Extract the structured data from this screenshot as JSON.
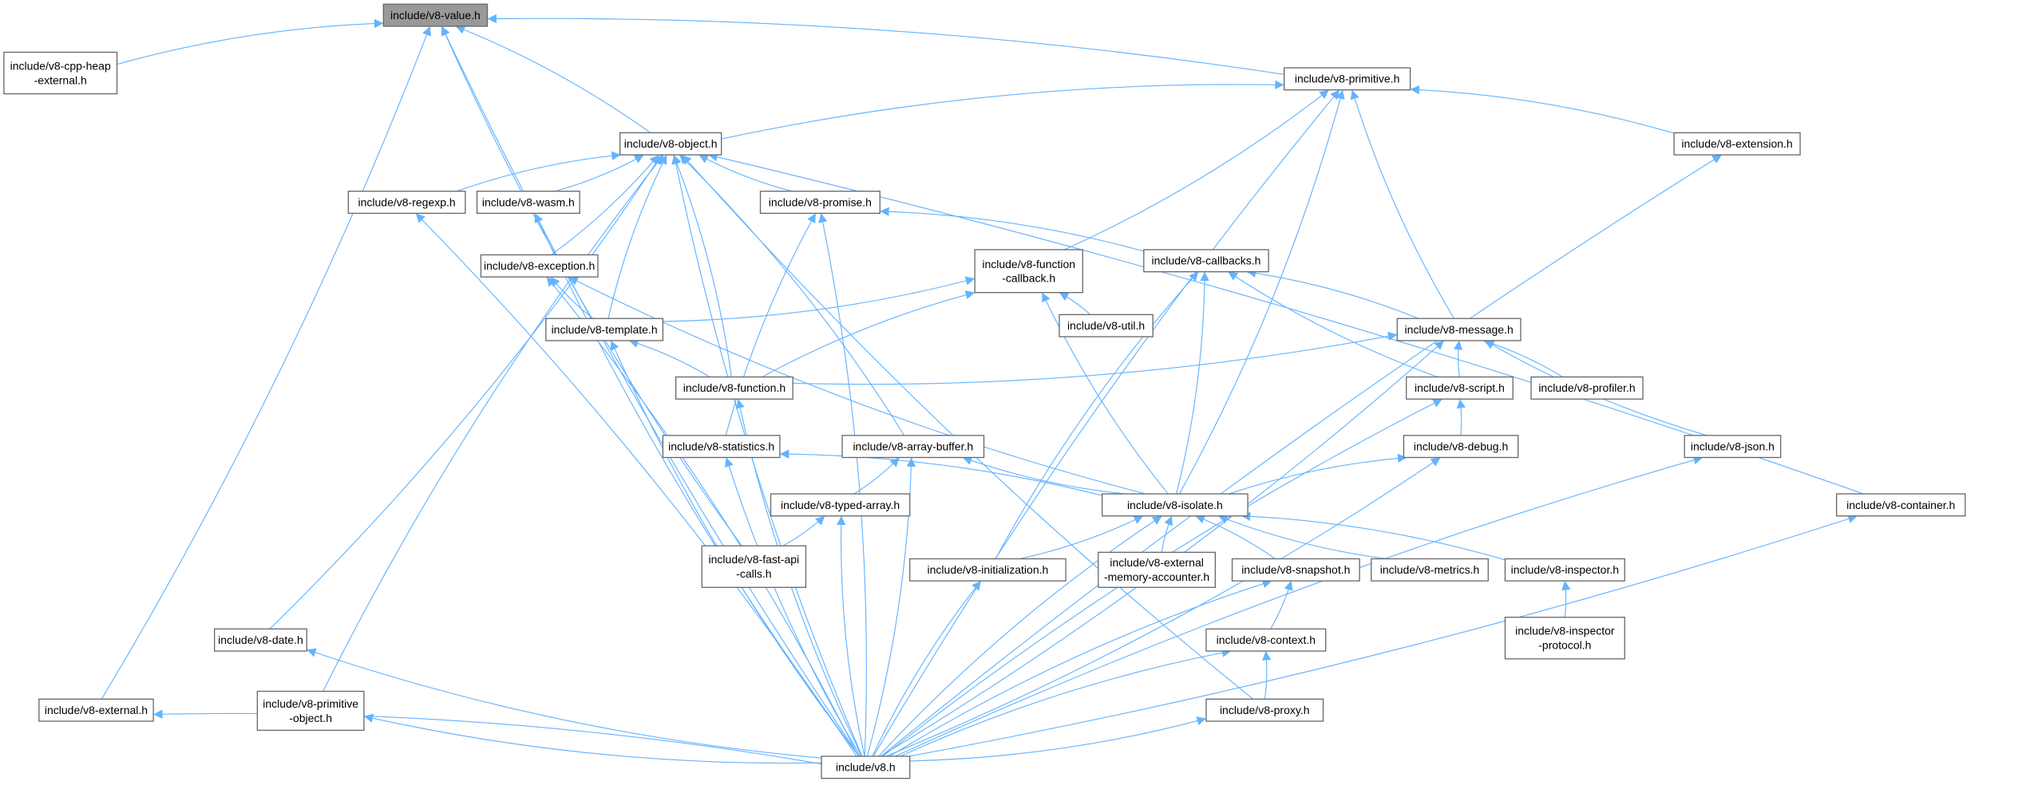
{
  "graph": {
    "type": "include-dependency-graph",
    "root": "value",
    "colors": {
      "edge": "#63b3ff",
      "root_fill": "#999999",
      "node_border": "#666666"
    },
    "nodes": [
      {
        "id": "value",
        "label": [
          "include/v8-value.h"
        ]
      },
      {
        "id": "cppheap",
        "label": [
          "include/v8-cpp-heap",
          "-external.h"
        ]
      },
      {
        "id": "primitive",
        "label": [
          "include/v8-primitive.h"
        ]
      },
      {
        "id": "object",
        "label": [
          "include/v8-object.h"
        ]
      },
      {
        "id": "extension",
        "label": [
          "include/v8-extension.h"
        ]
      },
      {
        "id": "regexp",
        "label": [
          "include/v8-regexp.h"
        ]
      },
      {
        "id": "wasm",
        "label": [
          "include/v8-wasm.h"
        ]
      },
      {
        "id": "promise",
        "label": [
          "include/v8-promise.h"
        ]
      },
      {
        "id": "fcallback",
        "label": [
          "include/v8-function",
          "-callback.h"
        ]
      },
      {
        "id": "callbacks",
        "label": [
          "include/v8-callbacks.h"
        ]
      },
      {
        "id": "exception",
        "label": [
          "include/v8-exception.h"
        ]
      },
      {
        "id": "util",
        "label": [
          "include/v8-util.h"
        ]
      },
      {
        "id": "template",
        "label": [
          "include/v8-template.h"
        ]
      },
      {
        "id": "message",
        "label": [
          "include/v8-message.h"
        ]
      },
      {
        "id": "function",
        "label": [
          "include/v8-function.h"
        ]
      },
      {
        "id": "script",
        "label": [
          "include/v8-script.h"
        ]
      },
      {
        "id": "profiler",
        "label": [
          "include/v8-profiler.h"
        ]
      },
      {
        "id": "statistics",
        "label": [
          "include/v8-statistics.h"
        ]
      },
      {
        "id": "arraybuffer",
        "label": [
          "include/v8-array-buffer.h"
        ]
      },
      {
        "id": "debug",
        "label": [
          "include/v8-debug.h"
        ]
      },
      {
        "id": "json",
        "label": [
          "include/v8-json.h"
        ]
      },
      {
        "id": "isolate",
        "label": [
          "include/v8-isolate.h"
        ]
      },
      {
        "id": "typedarray",
        "label": [
          "include/v8-typed-array.h"
        ]
      },
      {
        "id": "container",
        "label": [
          "include/v8-container.h"
        ]
      },
      {
        "id": "fastapi",
        "label": [
          "include/v8-fast-api",
          "-calls.h"
        ]
      },
      {
        "id": "initialization",
        "label": [
          "include/v8-initialization.h"
        ]
      },
      {
        "id": "extmem",
        "label": [
          "include/v8-external",
          "-memory-accounter.h"
        ]
      },
      {
        "id": "snapshot",
        "label": [
          "include/v8-snapshot.h"
        ]
      },
      {
        "id": "metrics",
        "label": [
          "include/v8-metrics.h"
        ]
      },
      {
        "id": "inspector",
        "label": [
          "include/v8-inspector.h"
        ]
      },
      {
        "id": "date",
        "label": [
          "include/v8-date.h"
        ]
      },
      {
        "id": "context",
        "label": [
          "include/v8-context.h"
        ]
      },
      {
        "id": "inspectorproto",
        "label": [
          "include/v8-inspector",
          "-protocol.h"
        ]
      },
      {
        "id": "external",
        "label": [
          "include/v8-external.h"
        ]
      },
      {
        "id": "primobj",
        "label": [
          "include/v8-primitive",
          "-object.h"
        ]
      },
      {
        "id": "proxy",
        "label": [
          "include/v8-proxy.h"
        ]
      },
      {
        "id": "v8",
        "label": [
          "include/v8.h"
        ]
      }
    ],
    "edges": [
      [
        "cppheap",
        "value"
      ],
      [
        "external",
        "value"
      ],
      [
        "v8",
        "value"
      ],
      [
        "object",
        "value"
      ],
      [
        "fastapi",
        "value"
      ],
      [
        "primitive",
        "value"
      ],
      [
        "object",
        "primitive"
      ],
      [
        "extension",
        "primitive"
      ],
      [
        "v8",
        "primitive"
      ],
      [
        "fcallback",
        "primitive"
      ],
      [
        "message",
        "primitive"
      ],
      [
        "isolate",
        "primitive"
      ],
      [
        "regexp",
        "object"
      ],
      [
        "wasm",
        "object"
      ],
      [
        "promise",
        "object"
      ],
      [
        "exception",
        "object"
      ],
      [
        "template",
        "object"
      ],
      [
        "function",
        "object"
      ],
      [
        "v8",
        "object"
      ],
      [
        "date",
        "object"
      ],
      [
        "primobj",
        "object"
      ],
      [
        "arraybuffer",
        "object"
      ],
      [
        "proxy",
        "object"
      ],
      [
        "container",
        "object"
      ],
      [
        "v8",
        "extension"
      ],
      [
        "v8",
        "regexp"
      ],
      [
        "v8",
        "wasm"
      ],
      [
        "v8",
        "promise"
      ],
      [
        "statistics",
        "promise"
      ],
      [
        "callbacks",
        "promise"
      ],
      [
        "template",
        "exception"
      ],
      [
        "v8",
        "exception"
      ],
      [
        "isolate",
        "exception"
      ],
      [
        "template",
        "fcallback"
      ],
      [
        "function",
        "fcallback"
      ],
      [
        "util",
        "fcallback"
      ],
      [
        "isolate",
        "fcallback"
      ],
      [
        "message",
        "callbacks"
      ],
      [
        "script",
        "callbacks"
      ],
      [
        "isolate",
        "callbacks"
      ],
      [
        "initialization",
        "callbacks"
      ],
      [
        "function",
        "template"
      ],
      [
        "v8",
        "template"
      ],
      [
        "function",
        "message"
      ],
      [
        "script",
        "message"
      ],
      [
        "profiler",
        "message"
      ],
      [
        "json",
        "message"
      ],
      [
        "v8",
        "message"
      ],
      [
        "v8",
        "function"
      ],
      [
        "debug",
        "script"
      ],
      [
        "v8",
        "script"
      ],
      [
        "isolate",
        "statistics"
      ],
      [
        "v8",
        "statistics"
      ],
      [
        "typedarray",
        "arraybuffer"
      ],
      [
        "isolate",
        "arraybuffer"
      ],
      [
        "v8",
        "arraybuffer"
      ],
      [
        "isolate",
        "debug"
      ],
      [
        "v8",
        "debug"
      ],
      [
        "v8",
        "json"
      ],
      [
        "initialization",
        "isolate"
      ],
      [
        "extmem",
        "isolate"
      ],
      [
        "snapshot",
        "isolate"
      ],
      [
        "metrics",
        "isolate"
      ],
      [
        "inspector",
        "isolate"
      ],
      [
        "v8",
        "isolate"
      ],
      [
        "fastapi",
        "typedarray"
      ],
      [
        "v8",
        "typedarray"
      ],
      [
        "v8",
        "container"
      ],
      [
        "v8",
        "initialization"
      ],
      [
        "context",
        "snapshot"
      ],
      [
        "v8",
        "snapshot"
      ],
      [
        "inspectorproto",
        "inspector"
      ],
      [
        "v8",
        "date"
      ],
      [
        "proxy",
        "context"
      ],
      [
        "v8",
        "context"
      ],
      [
        "v8",
        "external"
      ],
      [
        "v8",
        "primobj"
      ],
      [
        "v8",
        "proxy"
      ]
    ]
  }
}
